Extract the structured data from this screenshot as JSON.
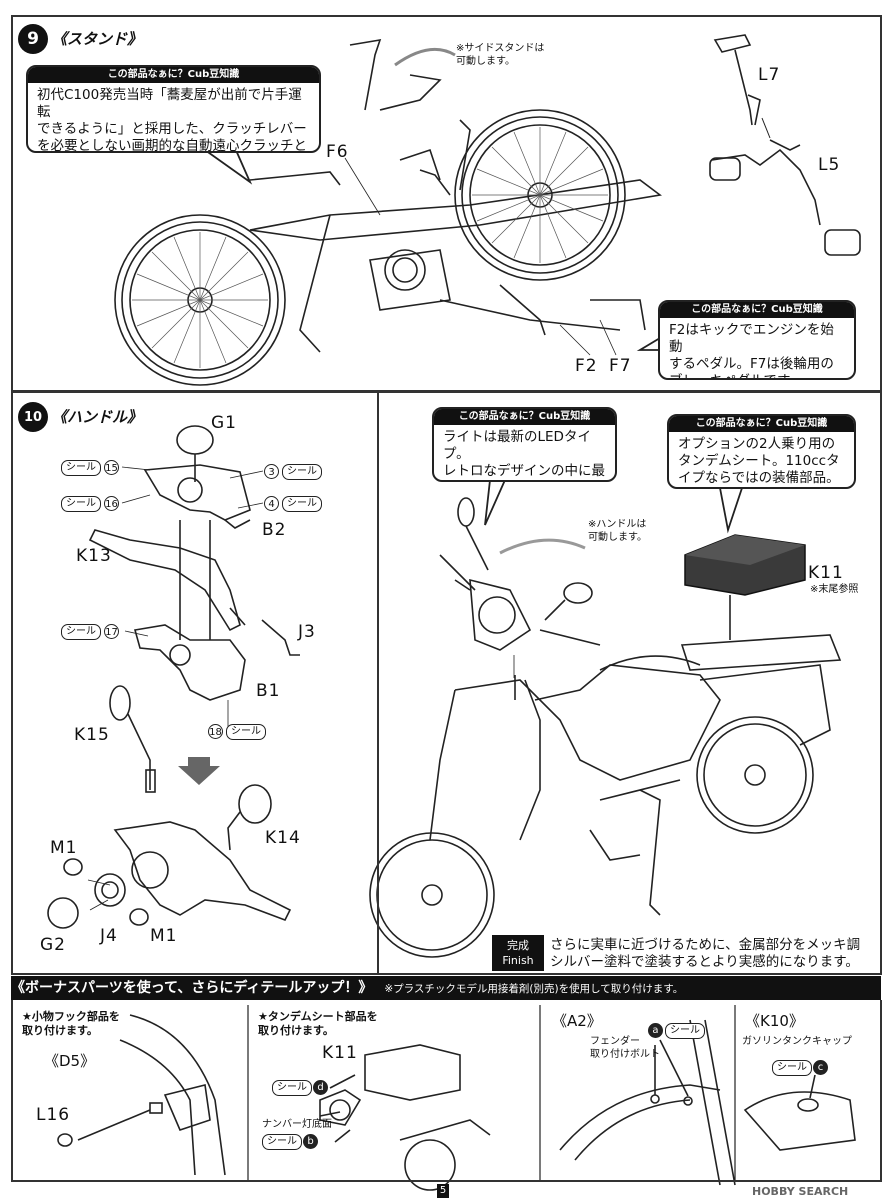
{
  "step9": {
    "number": "9",
    "title": "《スタンド》",
    "note": "※サイドスタンドは\n可動します。",
    "info": {
      "header": "この部品なぁに？Cub豆知識",
      "body": "初代C100発売当時「蕎麦屋が出前で片手運転\nできるように」と採用した、クラッチレバー\nを必要としない画期的な自動遠心クラッチと\nシーソー式チェンジペダル。"
    },
    "info2": {
      "header": "この部品なぁに？Cub豆知識",
      "body": "F2はキックでエンジンを始動\nするペダル。F7は後輪用の\nブレーキペダルです。"
    },
    "labels": {
      "f6": "F6",
      "f2": "F2",
      "f7": "F7",
      "l7": "L7",
      "l5": "L5"
    }
  },
  "step10": {
    "number": "10",
    "title": "《ハンドル》",
    "labels": {
      "g1": "G1",
      "b2": "B2",
      "k13": "K13",
      "j3": "J3",
      "b1": "B1",
      "k15": "K15",
      "k14": "K14",
      "m1a": "M1",
      "m1b": "M1",
      "g2": "G2",
      "j4": "J4",
      "k11": "K11"
    },
    "seal_word": "シール",
    "seals": {
      "s15": "15",
      "s16": "16",
      "s3": "3",
      "s4": "4",
      "s17": "17",
      "s18": "18"
    },
    "info_led": {
      "header": "この部品なぁに？Cub豆知識",
      "body": "ライトは最新のLEDタイプ。\nレトロなデザインの中に最\n新技術が違和感なくマッチ。"
    },
    "info_seat": {
      "header": "この部品なぁに？Cub豆知識",
      "body": "オプションの2人乗り用の\nタンデムシート。110ccタ\nイプならではの装備部品。"
    },
    "handle_note": "※ハンドルは\n可動します。",
    "k11_note": "※末尾参照",
    "finish_label": "完成\nFinish",
    "finish_text": "さらに実車に近づけるために、金属部分をメッキ調\nシルバー塗料で塗装するとより実感的になります。"
  },
  "bonus": {
    "title": "《ボーナスパーツを使って、さらにディテールアップ！》",
    "note": "※プラスチックモデル用接着剤(別売)を使用して取り付けます。",
    "panel1": {
      "caption": "★小物フック部品を\n取り付けます。",
      "title": "《D5》",
      "part": "L16"
    },
    "panel2": {
      "caption": "★タンデムシート部品を\n取り付けます。",
      "part": "K11",
      "seal_d": "d",
      "seal_b": "b",
      "number_light": "ナンバー灯底面"
    },
    "panel3": {
      "title": "《A2》",
      "seal_a": "a",
      "caption": "フェンダー\n取り付けボルト"
    },
    "panel4": {
      "title": "《K10》",
      "caption": "ガソリンタンクキャップ",
      "seal_c": "c"
    }
  },
  "page_number": "5",
  "watermark": "HOBBY SEARCH"
}
